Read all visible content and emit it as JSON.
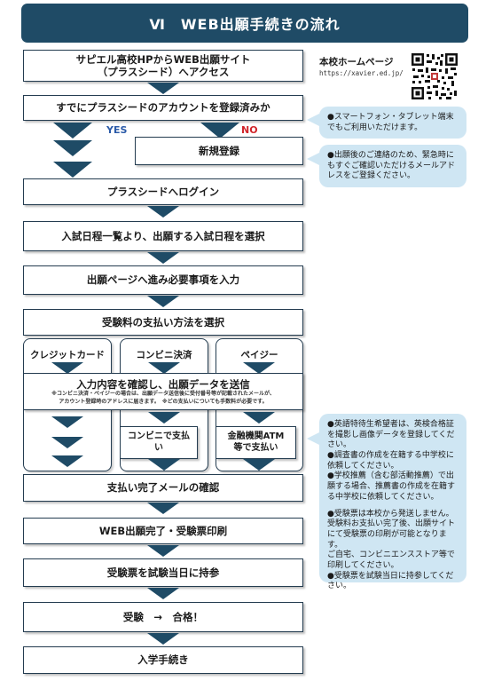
{
  "title": "Ⅵ　WEB出願手続きの流れ",
  "homepage": {
    "label": "本校ホームページ",
    "url": "https://xavier.ed.jp/"
  },
  "steps": {
    "access": "サピエル高校HPからWEB出願サイト\n（プラスシード）へアクセス",
    "registered_q": "すでにプラスシードのアカウントを登録済みか",
    "yes": "YES",
    "no": "NO",
    "new_register": "新規登録",
    "login": "プラスシードへログイン",
    "select_date": "入試日程一覧より、出願する入試日程を選択",
    "input": "出願ページへ進み必要事項を入力",
    "payment_method": "受験料の支払い方法を選択",
    "pay_credit": "クレジットカード",
    "pay_convenience": "コンビニ決済",
    "pay_easy": "ペイジー",
    "confirm_send": "入力内容を確認し、出願データを送信",
    "confirm_note_1": "※コンビニ決済・ペイジーの場合は、出願データ送信後に受付番号等が記載されたメールが、",
    "confirm_note_2": "アカウント登録時のアドレスに届きます。　※どの支払いについても手数料が必要です。",
    "pay_at_convenience": "コンビニで支払\nい",
    "pay_at_atm": "金融機関ATM\n等で支払い",
    "payment_done_mail": "支払い完了メールの確認",
    "complete_print": "WEB出願完了・受験票印刷",
    "bring_ticket": "受験票を試験当日に持参",
    "exam_pass": "受験　→　合格！",
    "enroll": "入学手続き"
  },
  "notes": {
    "smartphone": [
      "●スマートフォン・タブレット端末",
      "でもご利用いただけます。"
    ],
    "email": [
      "●出願後のご連絡のため、緊急時に",
      "もすぐご確認いただけるメールアド",
      "レスをご登録ください。"
    ],
    "special": [
      "●英語特待生希望者は、英検合格証",
      "を撮影し画像データを登録してくだ",
      "さい。",
      "●調査書の作成を在籍する中学校に",
      "依頼してください。",
      "●学校推薦（含む部活動推薦）で出",
      "願する場合、推薦書の作成を在籍す",
      "る中学校に依頼してください。",
      "",
      "●受験票は本校から発送しません。",
      "受験料お支払い完了後、出願サイト",
      "にて受験票の印刷が可能となります。",
      "ご自宅、コンビニエンスストア等で",
      "印刷してください。",
      "●受験票を試験当日に持参してくだ",
      "さい。"
    ]
  },
  "colors": {
    "navy": "#1f4b66",
    "note_bg": "#cfe6f3",
    "yes": "#2a5aa8",
    "no": "#d0252a"
  }
}
